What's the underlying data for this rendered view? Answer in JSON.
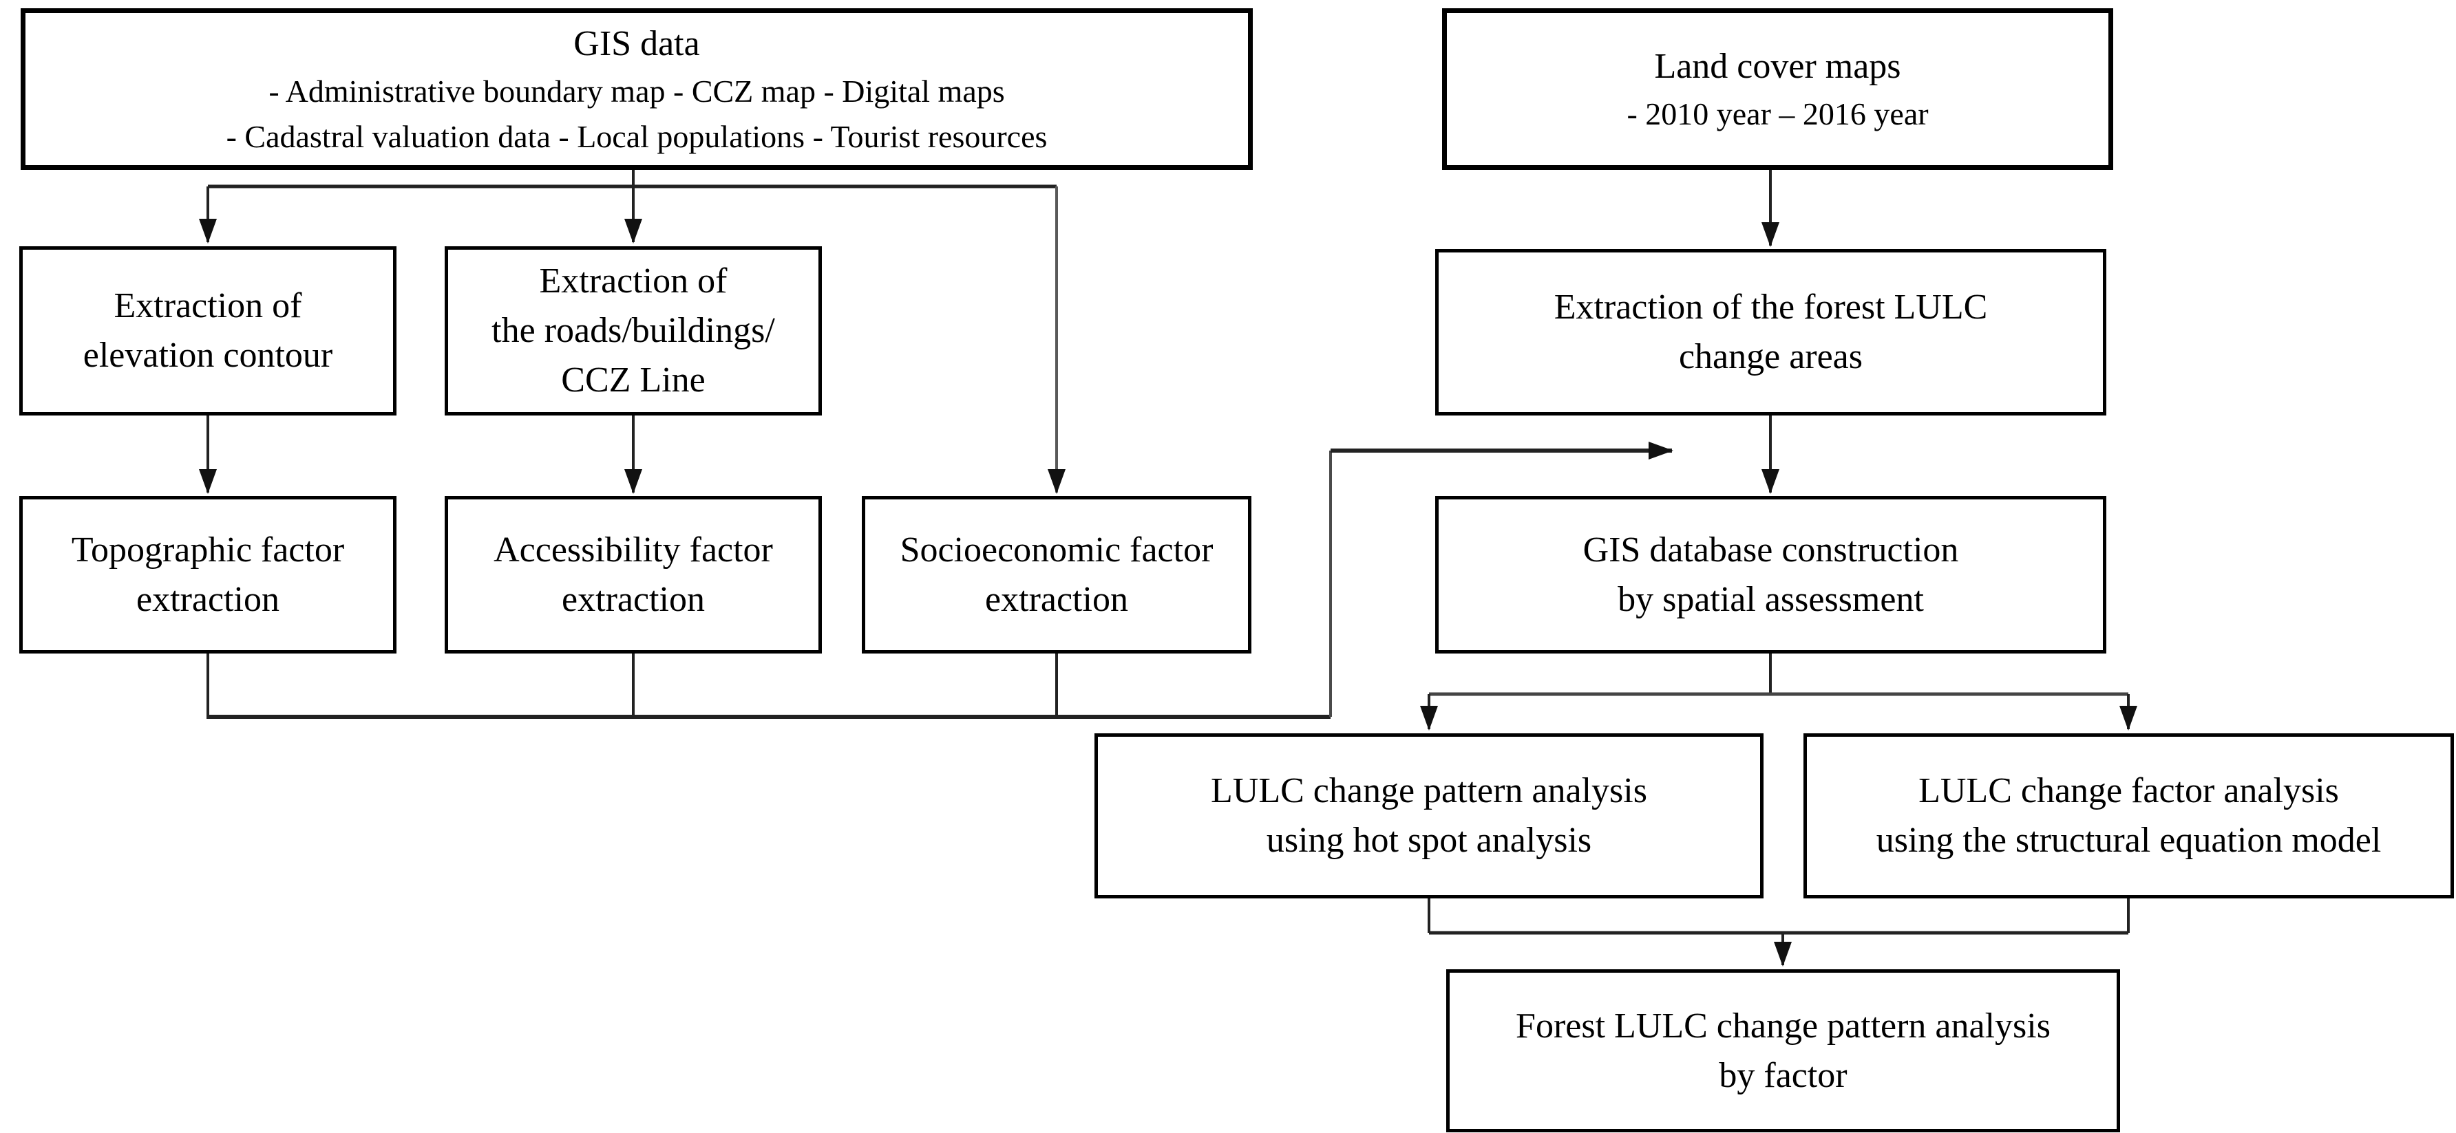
{
  "nodes": {
    "gis_data": {
      "lines": [
        "GIS data",
        "- Administrative boundary map - CCZ map - Digital maps",
        "- Cadastral valuation data - Local populations - Tourist resources"
      ]
    },
    "land_cover": {
      "lines": [
        "Land cover maps",
        "- 2010 year – 2016 year"
      ]
    },
    "extract_elevation": {
      "lines": [
        "Extraction of",
        "elevation contour"
      ]
    },
    "extract_roads": {
      "lines": [
        "Extraction of",
        "the roads/buildings/",
        "CCZ Line"
      ]
    },
    "extract_forest": {
      "lines": [
        "Extraction of the forest LULC",
        "change areas"
      ]
    },
    "topographic": {
      "lines": [
        "Topographic factor",
        "extraction"
      ]
    },
    "accessibility": {
      "lines": [
        "Accessibility factor",
        "extraction"
      ]
    },
    "socioeconomic": {
      "lines": [
        "Socioeconomic factor",
        "extraction"
      ]
    },
    "gis_db": {
      "lines": [
        "GIS database construction",
        "by spatial assessment"
      ]
    },
    "lulc_pattern": {
      "lines": [
        "LULC change pattern analysis",
        "using hot spot analysis"
      ]
    },
    "lulc_factor": {
      "lines": [
        "LULC change factor analysis",
        "using the structural equation model"
      ]
    },
    "forest_pattern": {
      "lines": [
        "Forest LULC change pattern analysis",
        "by factor"
      ]
    }
  },
  "colors": {
    "background": "#ffffff",
    "box_border": "#000000",
    "text": "#000000",
    "connector_dark": "#222222",
    "connector_gray": "#595959",
    "arrowhead": "#111111"
  }
}
